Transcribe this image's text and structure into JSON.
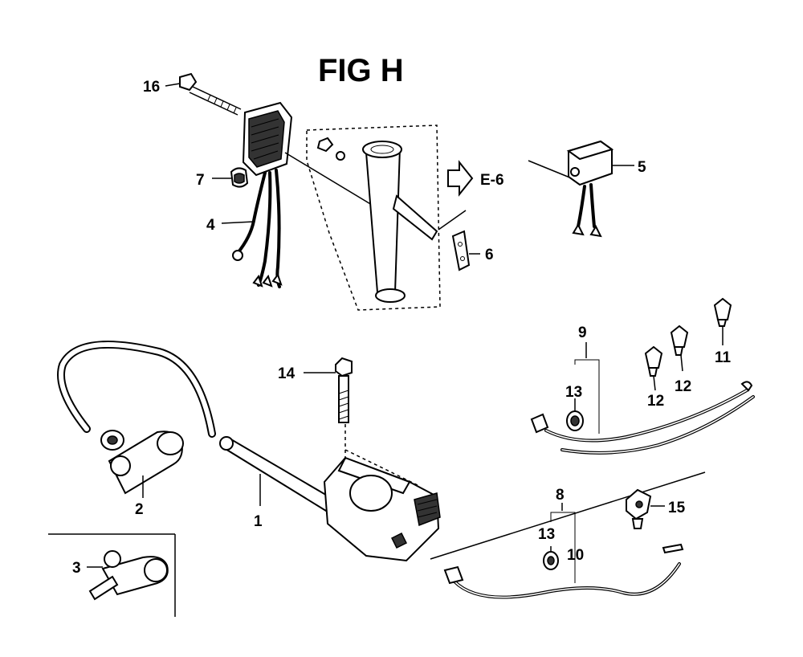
{
  "title": "FIG H",
  "reference": "E-6",
  "callouts": {
    "p1": "1",
    "p2": "2",
    "p3": "3",
    "p4": "4",
    "p5": "5",
    "p6": "6",
    "p7": "7",
    "p8": "8",
    "p9": "9",
    "p10": "10",
    "p11": "11",
    "p12a": "12",
    "p12b": "12",
    "p13a": "13",
    "p13b": "13",
    "p14": "14",
    "p15": "15",
    "p16": "16"
  }
}
